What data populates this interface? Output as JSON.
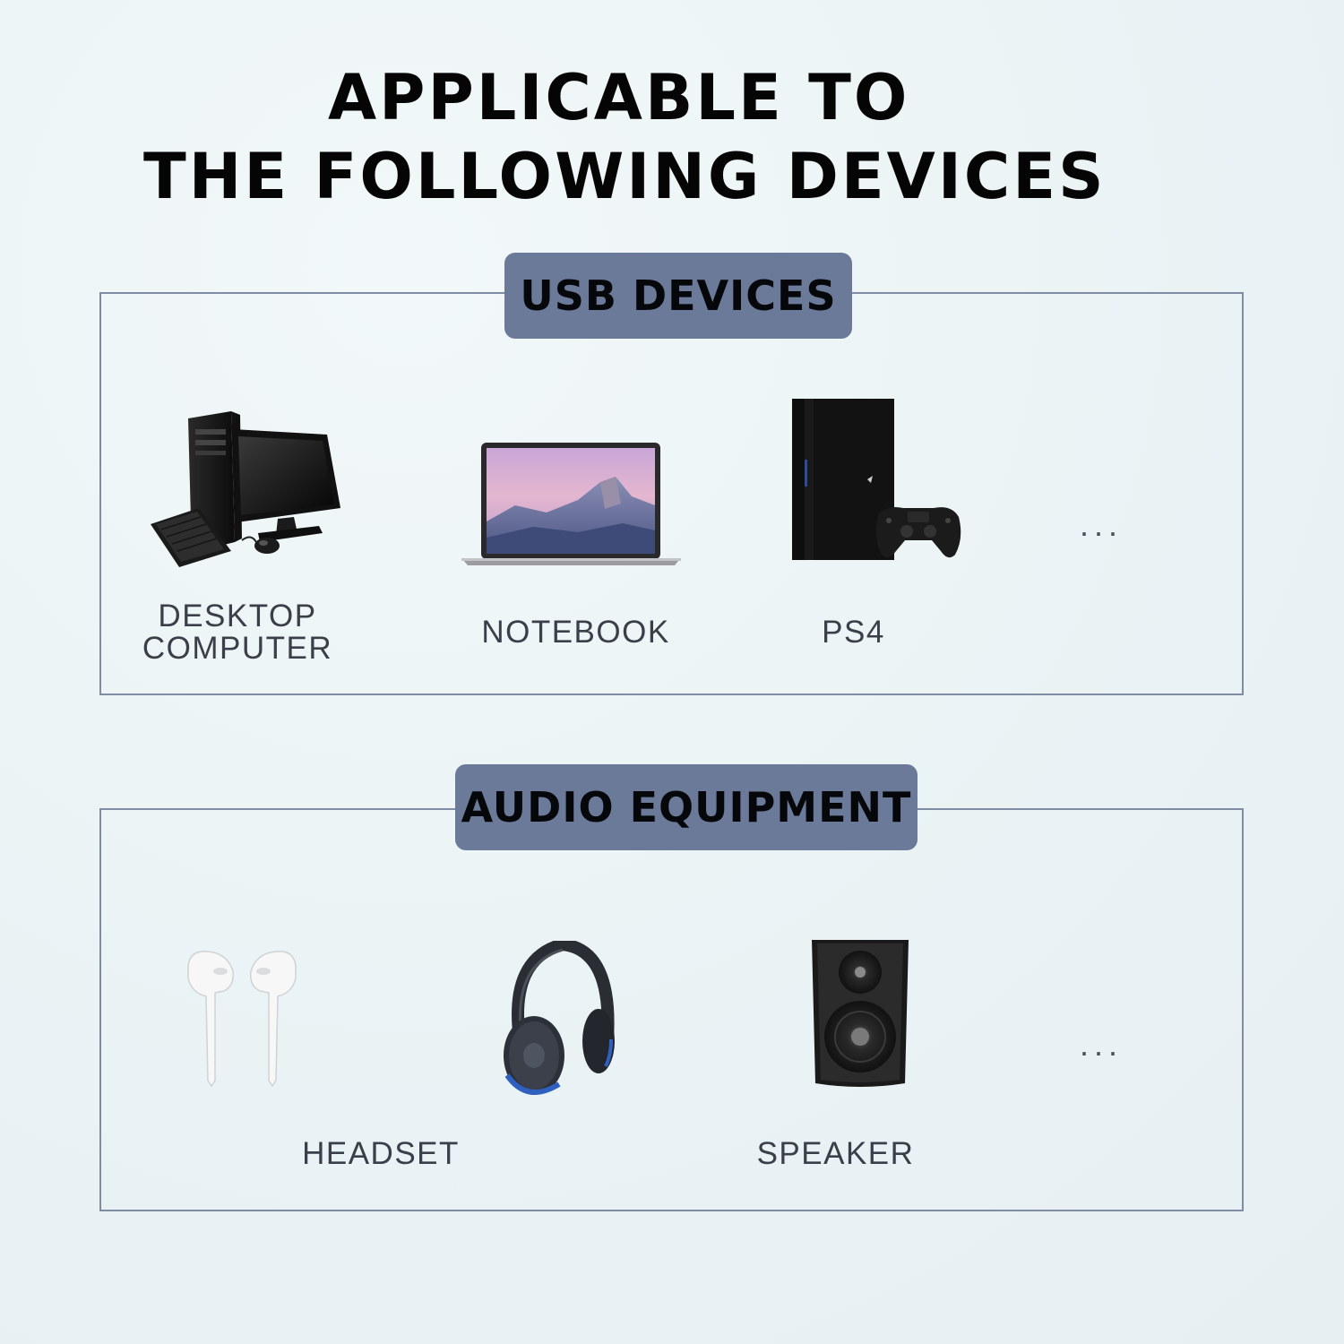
{
  "heading": {
    "line1": "APPLICABLE TO",
    "line2": "THE FOLLOWING DEVICES"
  },
  "usb_section": {
    "title": "USB DEVICES",
    "devices": [
      {
        "label_line1": "DESKTOP",
        "label_line2": "COMPUTER",
        "icon": "desktop-computer-icon"
      },
      {
        "label": "NOTEBOOK",
        "icon": "laptop-icon"
      },
      {
        "label": "PS4",
        "icon": "game-console-icon"
      }
    ],
    "more": "..."
  },
  "audio_section": {
    "title": "AUDIO EQUIPMENT",
    "devices": [
      {
        "label": "HEADSET",
        "icon": "earphones-icon"
      },
      {
        "label": "",
        "icon": "headphones-icon"
      },
      {
        "label": "SPEAKER",
        "icon": "speaker-icon"
      }
    ],
    "more": "..."
  },
  "colors": {
    "background": "#ecf4f6",
    "badge": "#6a7a98",
    "border": "#7f8ca3",
    "label_text": "#3a3f4a"
  }
}
